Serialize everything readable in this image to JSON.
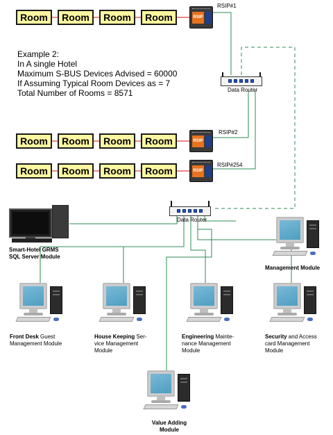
{
  "room_label": "Room",
  "rsip_screen": "RSIP",
  "rsip_labels": [
    "RSIP#1",
    "RSIP#2",
    "RSIP#254"
  ],
  "router_label": "Data Router",
  "example": {
    "line1": "Example 2:",
    "line2": "In A single Hotel",
    "line3": "Maximum S-BUS Devices Advised = 60000",
    "line4": "If Assuming Typical Room Devices as = 7",
    "line5": "Total Number of Rooms = 8571"
  },
  "modules": {
    "grms_bold": "Smart-Hotel GRMS",
    "grms_bold2": "SQL Server Module",
    "management_bold": "Management Module",
    "frontdesk_bold": "Front Desk",
    "frontdesk_rest": " Guest",
    "frontdesk_line2": "Management Module",
    "housekeeping_bold": "House Keeping",
    "housekeeping_rest": " Ser-",
    "housekeeping_line2": "vice Management",
    "housekeeping_line3": "Module",
    "engineering_bold": "Engineering",
    "engineering_rest": " Mainte-",
    "engineering_line2": "nance Management",
    "engineering_line3": "Module",
    "security_bold": "Security",
    "security_rest": " and Access",
    "security_line2": "card Management",
    "security_line3": "Module",
    "valueadding_bold": "Value Adding",
    "valueadding_bold2": "Module"
  },
  "colors": {
    "room_fill": "#fbf6a0",
    "room_link": "#e23a3a",
    "network_line": "#2e8b57",
    "dashed_link": "#2e8b57",
    "rsip_screen": "#e8721e",
    "router_port": "#2a54b8"
  }
}
